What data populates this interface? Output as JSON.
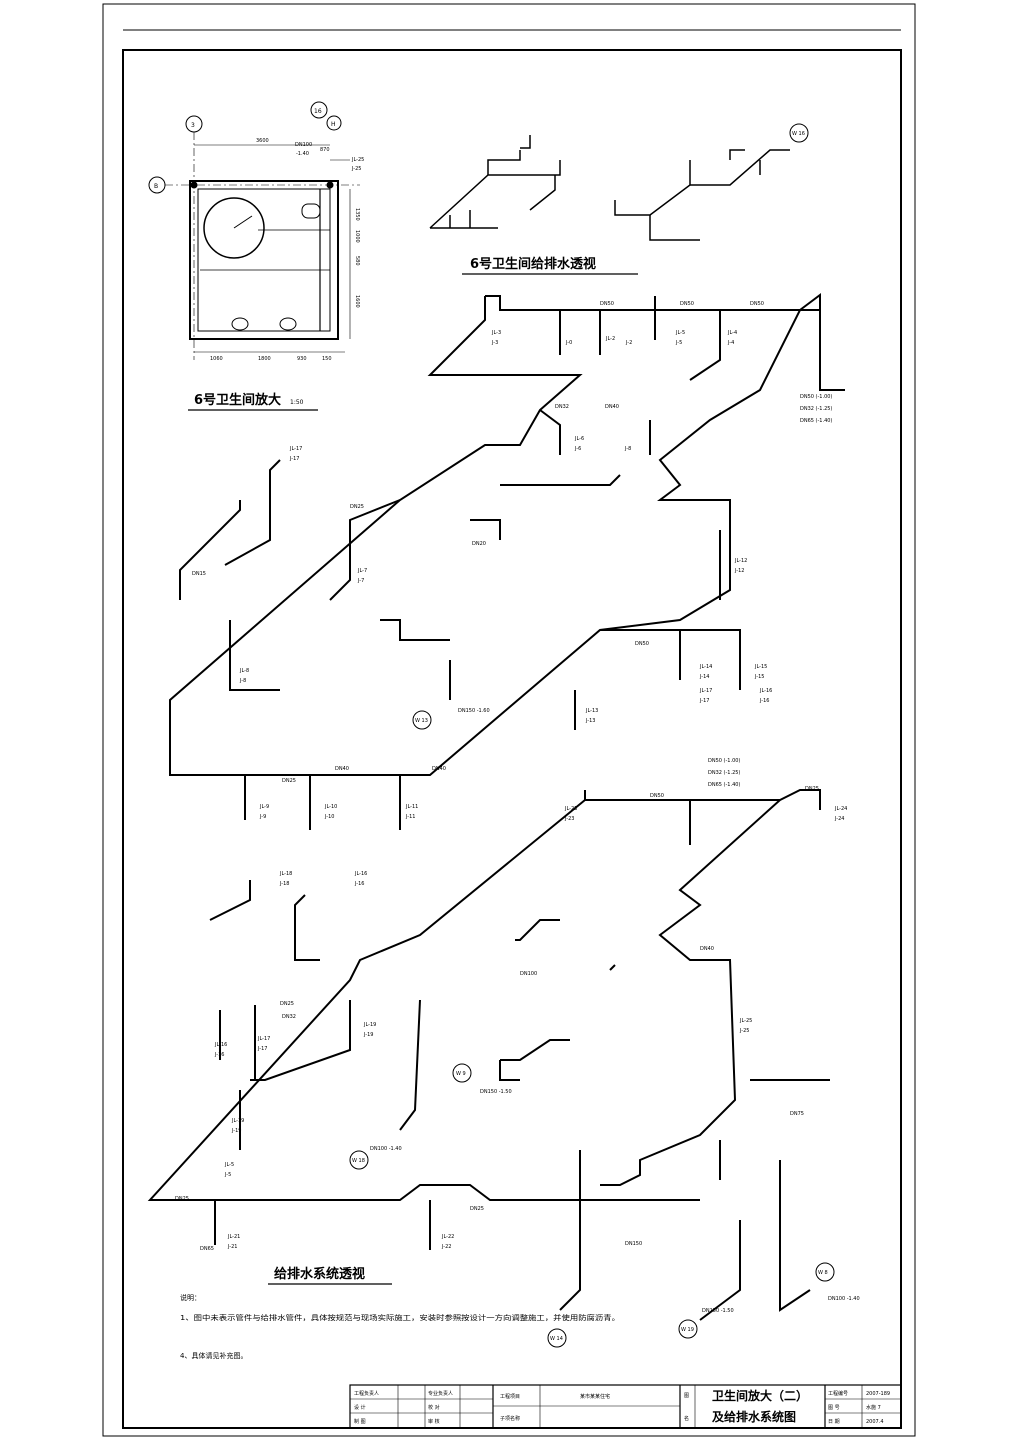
{
  "titles": {
    "plan": "6号卫生间放大",
    "plan_scale": "1:50",
    "iso6": "6号卫生间给排水透视",
    "system": "给排水系统透视"
  },
  "plan": {
    "axes": [
      "3",
      "16",
      "H",
      "B"
    ],
    "dims_top": [
      "3600",
      "870"
    ],
    "dims_bottom": [
      "1060",
      "1800",
      "930",
      "150"
    ],
    "dims_right": [
      "1350",
      "1000",
      "580",
      "1600"
    ],
    "pipe_labels": [
      "JL-25",
      "J-25"
    ],
    "drain_note": [
      "DN100",
      "-1.40"
    ]
  },
  "riser_tags": [
    "W 16",
    "W 13",
    "W 9",
    "W 18",
    "W 19",
    "W 14",
    "W 8"
  ],
  "pipe_labels": {
    "upper": [
      "JL-3",
      "J-3",
      "J-0",
      "JL-2",
      "J-2",
      "JL-5",
      "J-5",
      "JL-4",
      "J-4",
      "JL-6",
      "J-6",
      "J-8",
      "JL-7",
      "J-7",
      "JL-12",
      "J-12",
      "JL-14",
      "J-14",
      "JL-15",
      "J-15",
      "JL-17",
      "J-17",
      "JL-16",
      "J-16",
      "JL-17",
      "J-17",
      "JL-13",
      "J-13",
      "JL-9",
      "J-9",
      "JL-10",
      "J-10",
      "JL-11",
      "J-11",
      "JL-8",
      "J-8"
    ],
    "lower": [
      "JL-19",
      "J-19",
      "JL-16",
      "J-16",
      "JL-17",
      "J-17",
      "JL-19",
      "J-19",
      "JL-5",
      "J-5",
      "JL-21",
      "J-21",
      "JL-22",
      "J-22",
      "JL-23",
      "J-23",
      "JL-24",
      "J-24",
      "JL-25",
      "J-25",
      "JL-18",
      "J-18",
      "JL-16",
      "J-16"
    ]
  },
  "elevation_notes": {
    "upper": [
      "DN50 (-1.00)",
      "DN32 (-1.25)",
      "DN65 (-1.40)"
    ],
    "lower": [
      "DN50 (-1.00)",
      "DN32 (-1.25)",
      "DN65 (-1.40)"
    ]
  },
  "diameters": [
    "DN50",
    "DN40",
    "DN25",
    "DN32",
    "DN20",
    "DN15",
    "DN65",
    "DN100",
    "DN150",
    "DN75"
  ],
  "drain_notes": [
    "DN150 -1.60",
    "DN150 -1.50",
    "DN100 -1.40",
    "DN150 -1.50",
    "DN100 -1.40"
  ],
  "notes": {
    "heading": "说明：",
    "items": [
      "1、图中未表示管件与给排水管件，具体按规范与现场实际施工，安装时参照按设计一方向调整施工，并使用防腐沥青。",
      "4、具体请见补充图。"
    ]
  },
  "title_block": {
    "labels_left": [
      "工程负责人",
      "设  计",
      "制  图"
    ],
    "labels_mid": [
      "专业负责人",
      "校  对",
      "审  核"
    ],
    "project_label": "工程项目",
    "project_value": "某市某某住宅",
    "drawing_label": "子项名称",
    "title_line1": "卫生间放大（二）",
    "title_line2": "及给排水系统图",
    "meta_labels": [
      "工程编号",
      "图  号",
      "日  期"
    ],
    "meta_values": [
      "2007-189",
      "水施 7",
      "2007.4"
    ],
    "col_tag": "图",
    "col_tag2": "名"
  }
}
